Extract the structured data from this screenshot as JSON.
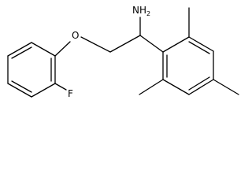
{
  "structure": {
    "atom_labels": {
      "amine": "NH",
      "amine_subscript": "2",
      "ether_oxygen": "O",
      "fluorine": "F"
    }
  }
}
